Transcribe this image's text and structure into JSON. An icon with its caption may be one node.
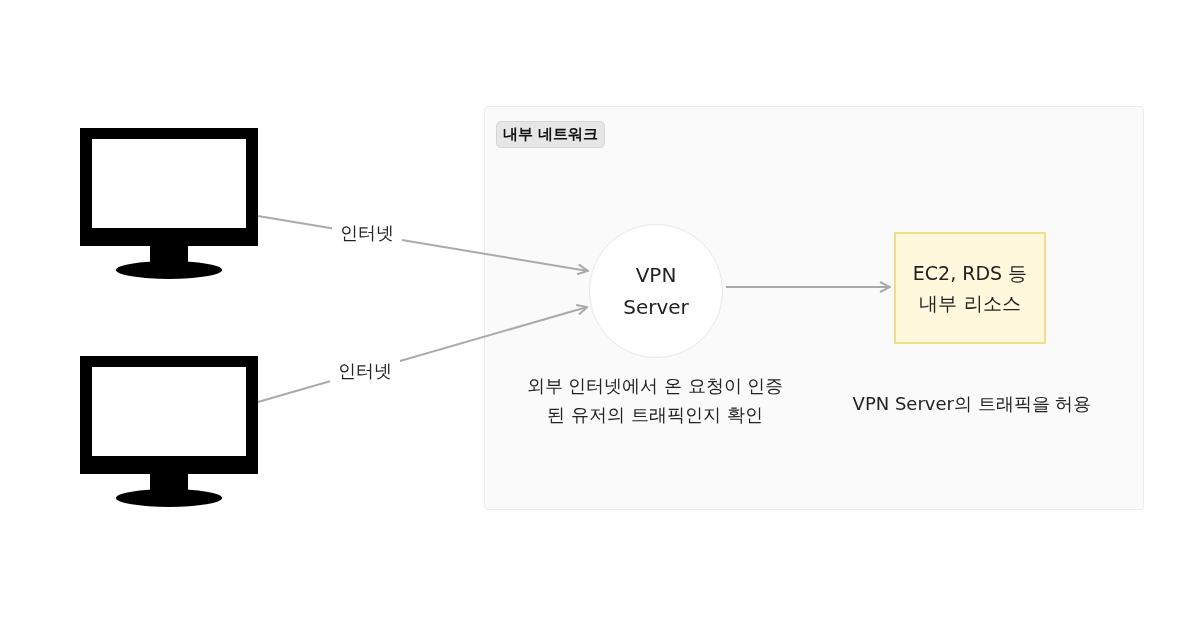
{
  "diagram": {
    "nodes": [
      {
        "text": [],
        "shape": "monitor"
      },
      {
        "text": [],
        "shape": "monitor"
      },
      {
        "text": [
          "내부 네트워크"
        ]
      },
      {
        "text": [
          "VPN Server"
        ],
        "in": 2,
        "beside": [
          "외부 인터넷에서 온 요청이 인증된 유저의 트래픽인지 확인"
        ]
      },
      {
        "text": [
          "EC2, RDS 등 내부 리소스"
        ],
        "in": 2,
        "beside": [
          "VPN Server의 트래픽을 허용"
        ]
      }
    ],
    "edges": [
      {
        "from": 0,
        "to": 3,
        "arrow": "to",
        "label": "인터넷"
      },
      {
        "from": 1,
        "to": 3,
        "arrow": "to",
        "label": "인터넷"
      },
      {
        "from": 3,
        "to": 4,
        "arrow": "to"
      }
    ]
  }
}
